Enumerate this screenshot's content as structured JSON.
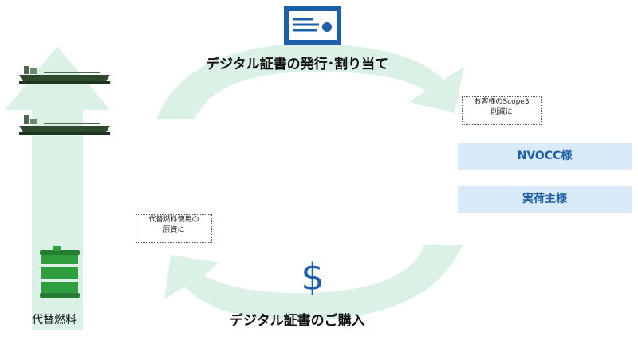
{
  "colors": {
    "arrow_fill": "#dcf1e6",
    "vessel_hull": "#2d4a2f",
    "vessel_deck": "#4a6b4c",
    "drum": "#2e9e3f",
    "icon_blue": "#1d5ea8",
    "party_bg": "#d9ebf9",
    "party_text": "#1f5fa3"
  },
  "icons": {
    "certificate": "certificate-icon",
    "dollar": "dollar-icon",
    "ship": "container-ship-icon",
    "drum": "fuel-drum-icon"
  },
  "labels": {
    "issue_allocate": "デジタル証書の発行･割り当て",
    "purchase": "デジタル証書のご購入",
    "alt_fuel": "代替燃料",
    "dollar_sign": "$"
  },
  "notes": {
    "scope3_line1": "お客様のScope3",
    "scope3_line2": "削減に",
    "funding_line1": "代替燃料使用の",
    "funding_line2": "原資に"
  },
  "parties": [
    {
      "label": "NVOCC様"
    },
    {
      "label": "実荷主様"
    }
  ]
}
